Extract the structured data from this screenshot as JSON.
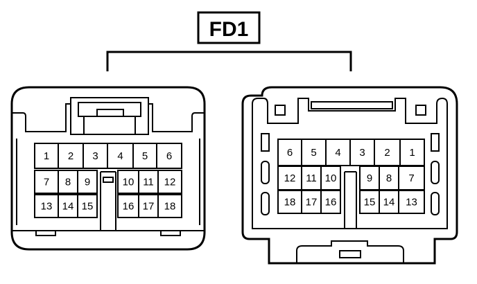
{
  "title": "FD1",
  "connectors": [
    {
      "name": "left-connector",
      "rows": [
        [
          "1",
          "2",
          "3",
          "4",
          "5",
          "6"
        ],
        [
          "7",
          "8",
          "9",
          "10",
          "11",
          "12"
        ],
        [
          "13",
          "14",
          "15",
          "16",
          "17",
          "18"
        ]
      ]
    },
    {
      "name": "right-connector",
      "rows": [
        [
          "6",
          "5",
          "4",
          "3",
          "2",
          "1"
        ],
        [
          "12",
          "11",
          "10",
          "9",
          "8",
          "7"
        ],
        [
          "18",
          "17",
          "16",
          "15",
          "14",
          "13"
        ]
      ]
    }
  ],
  "colors": {
    "line": "#000000",
    "background": "#ffffff"
  }
}
